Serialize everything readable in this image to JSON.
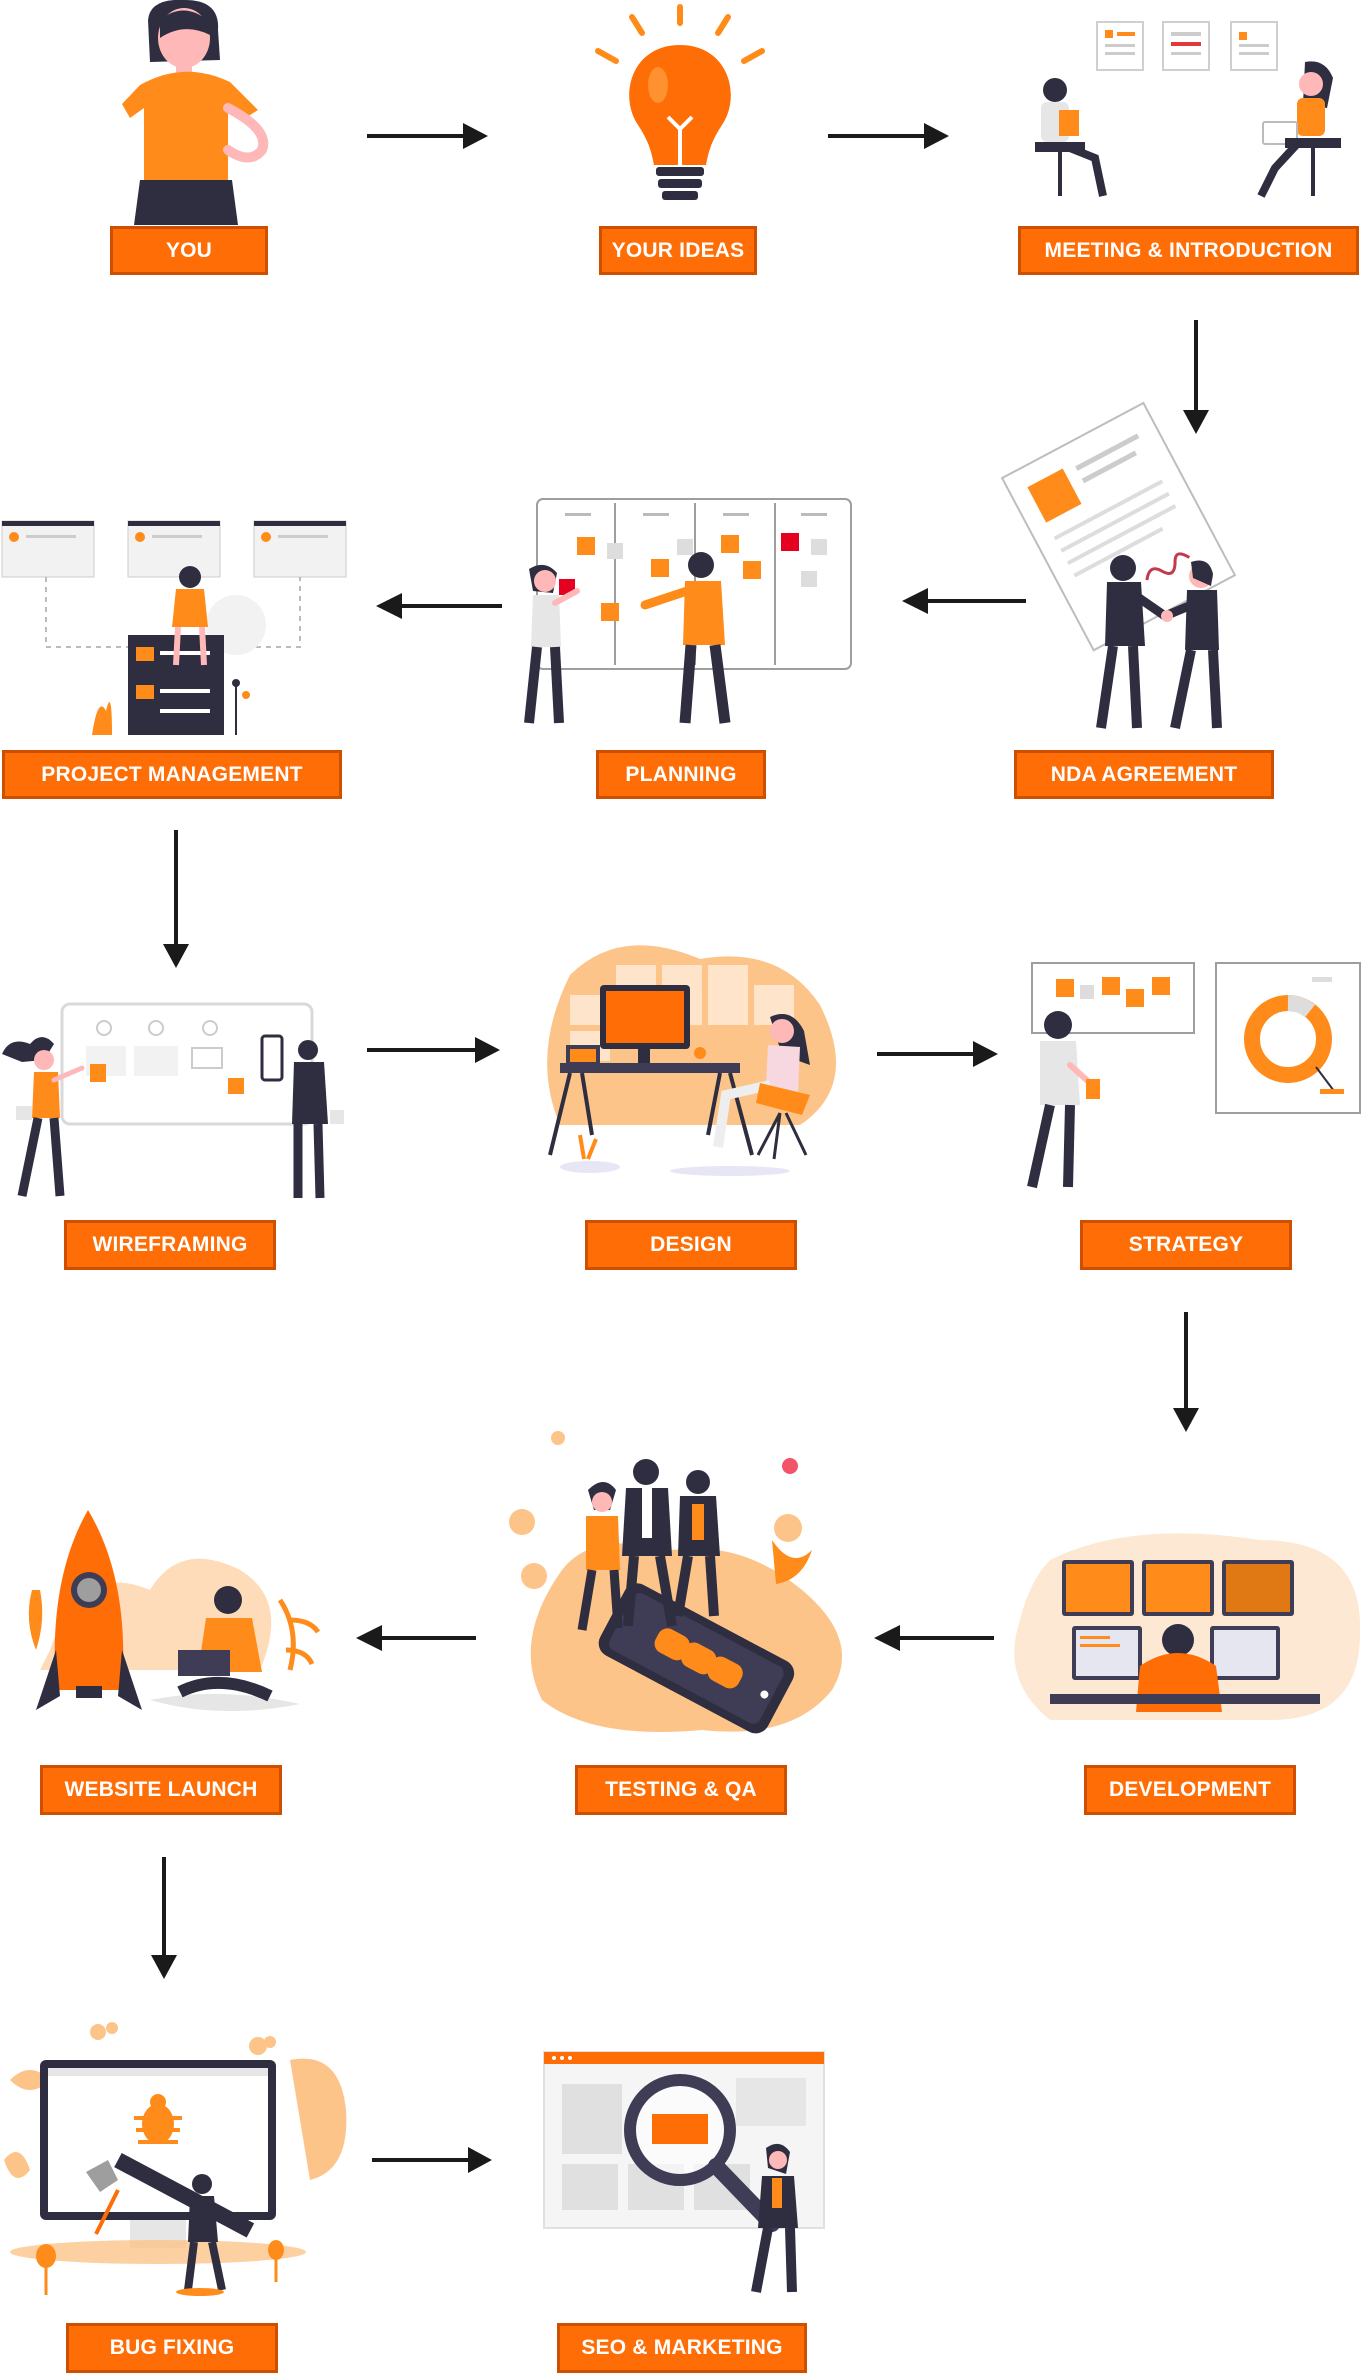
{
  "flow": {
    "steps": [
      {
        "id": "you",
        "label": "YOU",
        "icon": "person-icon"
      },
      {
        "id": "your-ideas",
        "label": "YOUR IDEAS",
        "icon": "lightbulb-icon"
      },
      {
        "id": "meeting",
        "label": "MEETING & INTRODUCTION",
        "icon": "meeting-icon"
      },
      {
        "id": "nda",
        "label": "NDA AGREEMENT",
        "icon": "handshake-contract-icon"
      },
      {
        "id": "planning",
        "label": "PLANNING",
        "icon": "planning-board-icon"
      },
      {
        "id": "project-management",
        "label": "PROJECT MANAGEMENT",
        "icon": "project-board-icon"
      },
      {
        "id": "wireframing",
        "label": "WIREFRAMING",
        "icon": "wireframe-icon"
      },
      {
        "id": "design",
        "label": "DESIGN",
        "icon": "design-desk-icon"
      },
      {
        "id": "strategy",
        "label": "STRATEGY",
        "icon": "strategy-chart-icon"
      },
      {
        "id": "development",
        "label": "DEVELOPMENT",
        "icon": "developer-monitors-icon"
      },
      {
        "id": "testing-qa",
        "label": "TESTING & QA",
        "icon": "testing-phone-icon"
      },
      {
        "id": "website-launch",
        "label": "WEBSITE LAUNCH",
        "icon": "rocket-icon"
      },
      {
        "id": "bug-fixing",
        "label": "BUG FIXING",
        "icon": "bug-monitor-icon"
      },
      {
        "id": "seo-marketing",
        "label": "SEO & MARKETING",
        "icon": "magnifier-icon"
      }
    ]
  },
  "colors": {
    "accent": "#ff6d07",
    "accent_dark": "#cf4f00",
    "light_orange": "#fdc48a",
    "ink": "#2f2e41",
    "arrow": "#1a1a1a"
  }
}
